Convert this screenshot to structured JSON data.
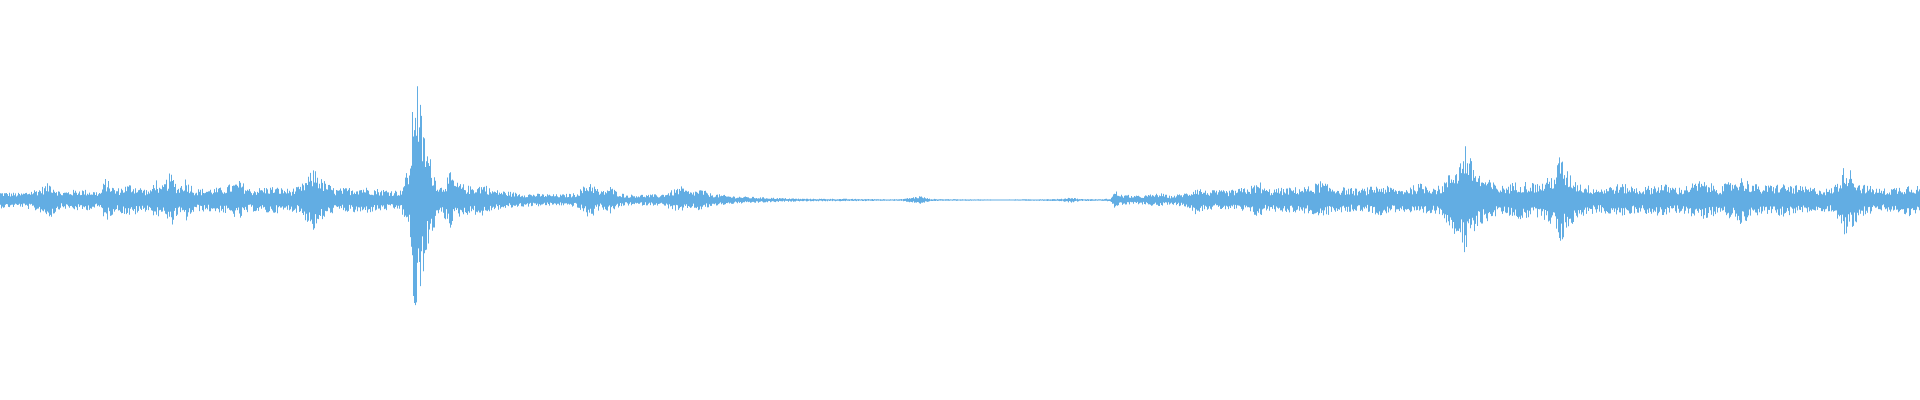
{
  "waveform": {
    "color": "#62ade3",
    "background": "#ffffff",
    "envelope": [
      [
        0,
        0.06
      ],
      [
        20,
        0.05
      ],
      [
        40,
        0.09
      ],
      [
        50,
        0.13
      ],
      [
        60,
        0.06
      ],
      [
        80,
        0.08
      ],
      [
        100,
        0.06
      ],
      [
        105,
        0.16
      ],
      [
        115,
        0.08
      ],
      [
        130,
        0.12
      ],
      [
        150,
        0.07
      ],
      [
        155,
        0.17
      ],
      [
        160,
        0.08
      ],
      [
        170,
        0.2
      ],
      [
        178,
        0.1
      ],
      [
        185,
        0.16
      ],
      [
        195,
        0.08
      ],
      [
        220,
        0.09
      ],
      [
        240,
        0.14
      ],
      [
        250,
        0.08
      ],
      [
        270,
        0.1
      ],
      [
        290,
        0.08
      ],
      [
        300,
        0.1
      ],
      [
        315,
        0.24
      ],
      [
        320,
        0.16
      ],
      [
        335,
        0.08
      ],
      [
        360,
        0.1
      ],
      [
        380,
        0.08
      ],
      [
        400,
        0.07
      ],
      [
        410,
        0.28
      ],
      [
        414,
        0.98
      ],
      [
        418,
        0.85
      ],
      [
        422,
        0.55
      ],
      [
        428,
        0.35
      ],
      [
        435,
        0.18
      ],
      [
        440,
        0.1
      ],
      [
        450,
        0.2
      ],
      [
        455,
        0.13
      ],
      [
        470,
        0.1
      ],
      [
        485,
        0.12
      ],
      [
        490,
        0.08
      ],
      [
        520,
        0.05
      ],
      [
        560,
        0.04
      ],
      [
        575,
        0.05
      ],
      [
        580,
        0.08
      ],
      [
        590,
        0.14
      ],
      [
        600,
        0.06
      ],
      [
        610,
        0.1
      ],
      [
        615,
        0.07
      ],
      [
        625,
        0.04
      ],
      [
        660,
        0.04
      ],
      [
        675,
        0.08
      ],
      [
        680,
        0.1
      ],
      [
        690,
        0.06
      ],
      [
        700,
        0.08
      ],
      [
        710,
        0.05
      ],
      [
        730,
        0.03
      ],
      [
        760,
        0.02
      ],
      [
        800,
        0.01
      ],
      [
        860,
        0.008
      ],
      [
        900,
        0.006
      ],
      [
        920,
        0.03
      ],
      [
        930,
        0.008
      ],
      [
        960,
        0.006
      ],
      [
        980,
        0.005
      ],
      [
        1000,
        0.004
      ],
      [
        1020,
        0.005
      ],
      [
        1060,
        0.008
      ],
      [
        1070,
        0.02
      ],
      [
        1080,
        0.008
      ],
      [
        1100,
        0.006
      ],
      [
        1110,
        0.01
      ],
      [
        1115,
        0.07
      ],
      [
        1120,
        0.04
      ],
      [
        1140,
        0.03
      ],
      [
        1160,
        0.05
      ],
      [
        1170,
        0.03
      ],
      [
        1190,
        0.06
      ],
      [
        1195,
        0.1
      ],
      [
        1205,
        0.07
      ],
      [
        1230,
        0.07
      ],
      [
        1250,
        0.1
      ],
      [
        1260,
        0.13
      ],
      [
        1265,
        0.08
      ],
      [
        1290,
        0.09
      ],
      [
        1310,
        0.1
      ],
      [
        1320,
        0.14
      ],
      [
        1330,
        0.1
      ],
      [
        1360,
        0.08
      ],
      [
        1380,
        0.11
      ],
      [
        1400,
        0.08
      ],
      [
        1420,
        0.12
      ],
      [
        1440,
        0.1
      ],
      [
        1460,
        0.3
      ],
      [
        1465,
        0.42
      ],
      [
        1470,
        0.3
      ],
      [
        1480,
        0.18
      ],
      [
        1500,
        0.1
      ],
      [
        1520,
        0.14
      ],
      [
        1540,
        0.12
      ],
      [
        1555,
        0.2
      ],
      [
        1560,
        0.35
      ],
      [
        1565,
        0.22
      ],
      [
        1580,
        0.12
      ],
      [
        1600,
        0.09
      ],
      [
        1620,
        0.12
      ],
      [
        1640,
        0.09
      ],
      [
        1660,
        0.12
      ],
      [
        1680,
        0.09
      ],
      [
        1700,
        0.14
      ],
      [
        1720,
        0.1
      ],
      [
        1740,
        0.17
      ],
      [
        1760,
        0.1
      ],
      [
        1780,
        0.12
      ],
      [
        1800,
        0.1
      ],
      [
        1830,
        0.08
      ],
      [
        1840,
        0.16
      ],
      [
        1845,
        0.28
      ],
      [
        1850,
        0.22
      ],
      [
        1860,
        0.12
      ],
      [
        1880,
        0.08
      ],
      [
        1900,
        0.1
      ],
      [
        1910,
        0.12
      ],
      [
        1920,
        0.1
      ]
    ]
  }
}
